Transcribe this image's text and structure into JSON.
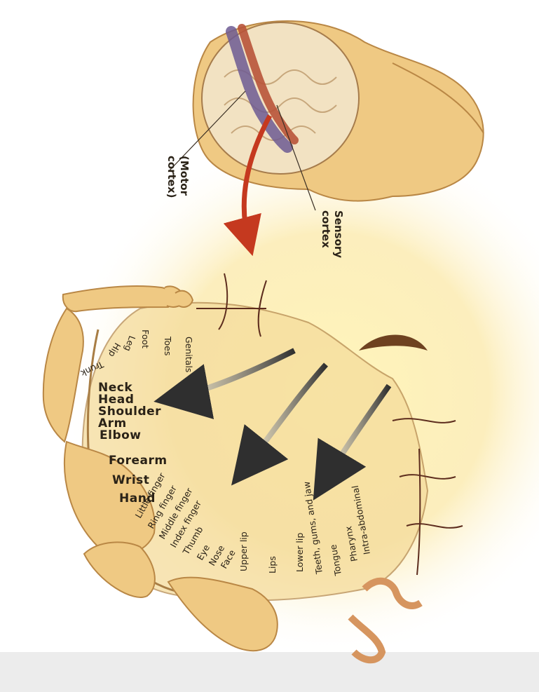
{
  "labels": {
    "motor_cortex": [
      "(Motor",
      "cortex)"
    ],
    "sensory_cortex": [
      "Sensory",
      "cortex"
    ],
    "body_parts": {
      "leg": "Leg",
      "hip": "Hip",
      "trunk": "Trunk",
      "neck": "Neck",
      "head": "Head",
      "shoulder": "Shoulder",
      "arm": "Arm",
      "elbow": "Elbow",
      "forearm": "Forearm",
      "wrist": "Wrist",
      "hand": "Hand",
      "little_finger": "Little finger",
      "ring_finger": "Ring finger",
      "middle_finger": "Middle finger",
      "index_finger": "Index finger",
      "thumb": "Thumb",
      "eye": "Eye",
      "nose": "Nose",
      "face": "Face",
      "upper_lip": "Upper lip",
      "lips": "Lips",
      "lower_lip": "Lower lip",
      "teeth": "Teeth, gums, and jaw",
      "tongue": "Tongue",
      "pharynx": "Pharynx",
      "intra_abdominal": "Intra-abdominal",
      "foot": "Foot",
      "toes": "Toes",
      "genitals": "Genitals"
    }
  },
  "colors": {
    "skin": "#efc983",
    "skin_dark": "#c98e44",
    "brain": "#f2e2c2",
    "cortex_red": "#b8543a",
    "cortex_purple": "#6d5a93",
    "arrow_red": "#c5391f",
    "glow": "#fff3a6"
  }
}
